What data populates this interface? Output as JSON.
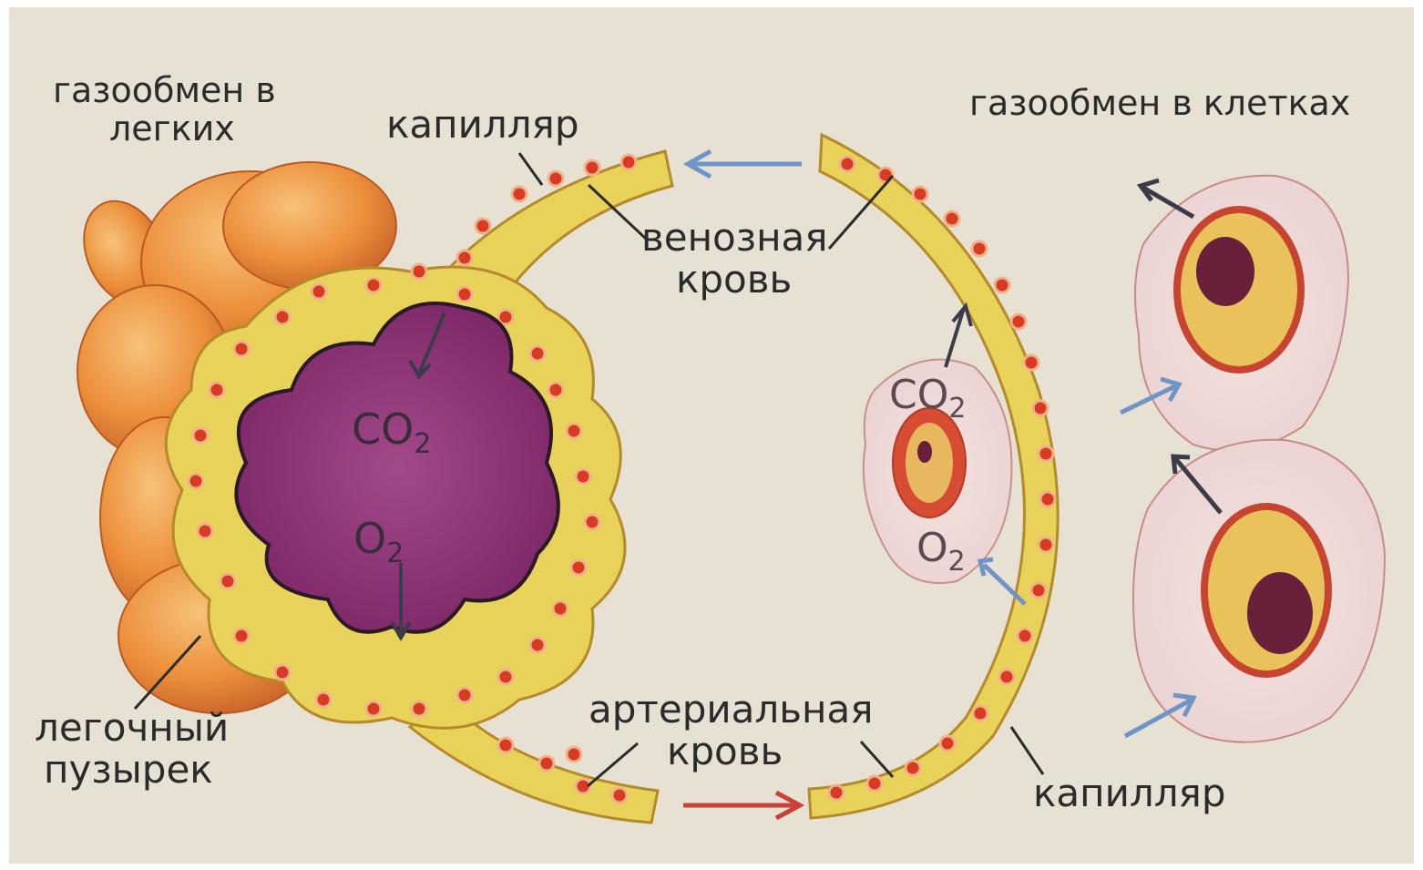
{
  "labels": {
    "lung_exchange_line1": "газообмен в",
    "lung_exchange_line2": "легких",
    "cell_exchange": "газообмен в клетках",
    "capillary_top": "капилляр",
    "capillary_bottom": "капилляр",
    "venous_line1": "венозная",
    "venous_line2": "кровь",
    "arterial_line1": "артериальная",
    "arterial_line2": "кровь",
    "alveolus_line1": "легочный",
    "alveolus_line2": "пузырек"
  },
  "gases": {
    "co2_lung": "CO",
    "co2_lung_sub": "2",
    "o2_lung": "O",
    "o2_lung_sub": "2",
    "co2_cell": "CO",
    "co2_cell_sub": "2",
    "o2_cell": "O",
    "o2_cell_sub": "2"
  },
  "colors": {
    "background": "#e6e1d2",
    "alveolus_orange": "#ec8f3a",
    "capillary_yellow": "#e8d25a",
    "blood_cell_red": "#d93a22",
    "lumen_purple": "#8a2f73",
    "venous_arrow_blue": "#6f95c8",
    "arterial_arrow_red": "#c8423a",
    "cell_cytoplasm": "#efd9d8",
    "cell_nucleus": "#6a1f3a"
  }
}
